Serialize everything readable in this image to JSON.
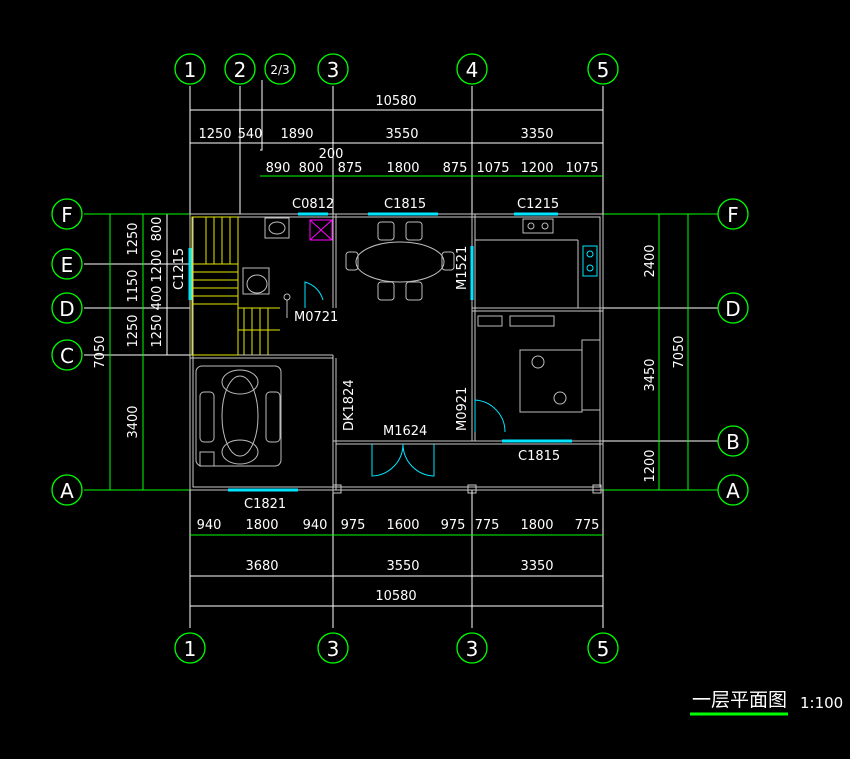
{
  "title": "一层平面图",
  "scale": "1:100",
  "axes_top": [
    "1",
    "2",
    "2/3",
    "3",
    "4",
    "5"
  ],
  "axes_bottom": [
    "1",
    "3",
    "3",
    "5"
  ],
  "axes_left": [
    "F",
    "E",
    "D",
    "C",
    "A"
  ],
  "axes_right": [
    "F",
    "D",
    "B",
    "A"
  ],
  "dims_top": {
    "overall": "10580",
    "row2": [
      "1250",
      "540",
      "1890",
      "3550",
      "3350"
    ],
    "row3": [
      "890",
      "800",
      "875",
      "1800",
      "875",
      "1075",
      "1200",
      "1075"
    ],
    "note_200": "200"
  },
  "dims_bottom": {
    "row1": [
      "940",
      "1800",
      "940",
      "975",
      "1600",
      "975",
      "775",
      "1800",
      "775"
    ],
    "row2": [
      "3680",
      "3550",
      "3350"
    ],
    "overall": "10580"
  },
  "dims_left": {
    "outer": "7050",
    "mid": [
      "1250",
      "1150",
      "1250",
      "3400"
    ],
    "inner": [
      "800",
      "1200",
      "400",
      "1250"
    ]
  },
  "dims_right": {
    "inner": [
      "2400",
      "3450",
      "1200"
    ],
    "outer": "7050"
  },
  "openings": [
    "C0812",
    "C1815",
    "C1215",
    "C1215",
    "M0721",
    "M1521",
    "DK1824",
    "M1624",
    "M0921",
    "C1815",
    "C1821"
  ]
}
